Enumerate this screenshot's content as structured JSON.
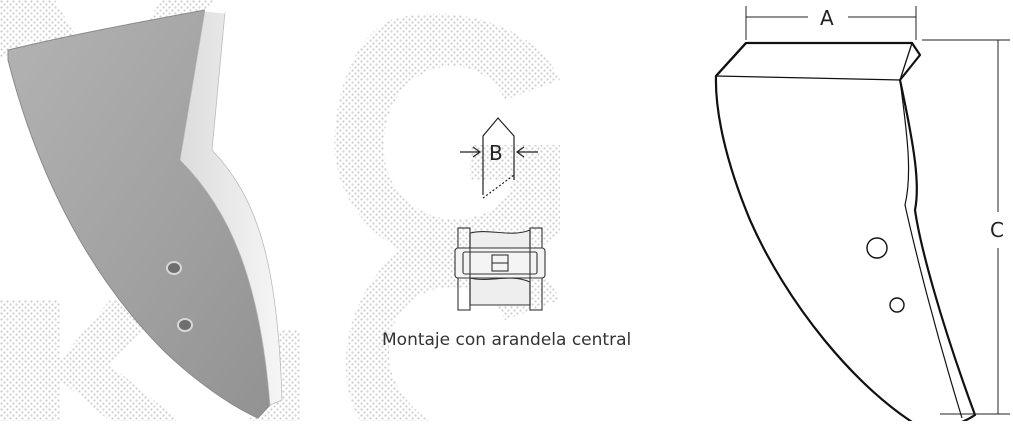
{
  "caption": "Montaje con arandela central",
  "dimensions": {
    "a": "A",
    "b": "B",
    "c": "C"
  },
  "colors": {
    "blade_face": "#a6a6a6",
    "blade_edge": "#eeeeee",
    "watermark": "#c9c9c9",
    "line": "#222222"
  }
}
